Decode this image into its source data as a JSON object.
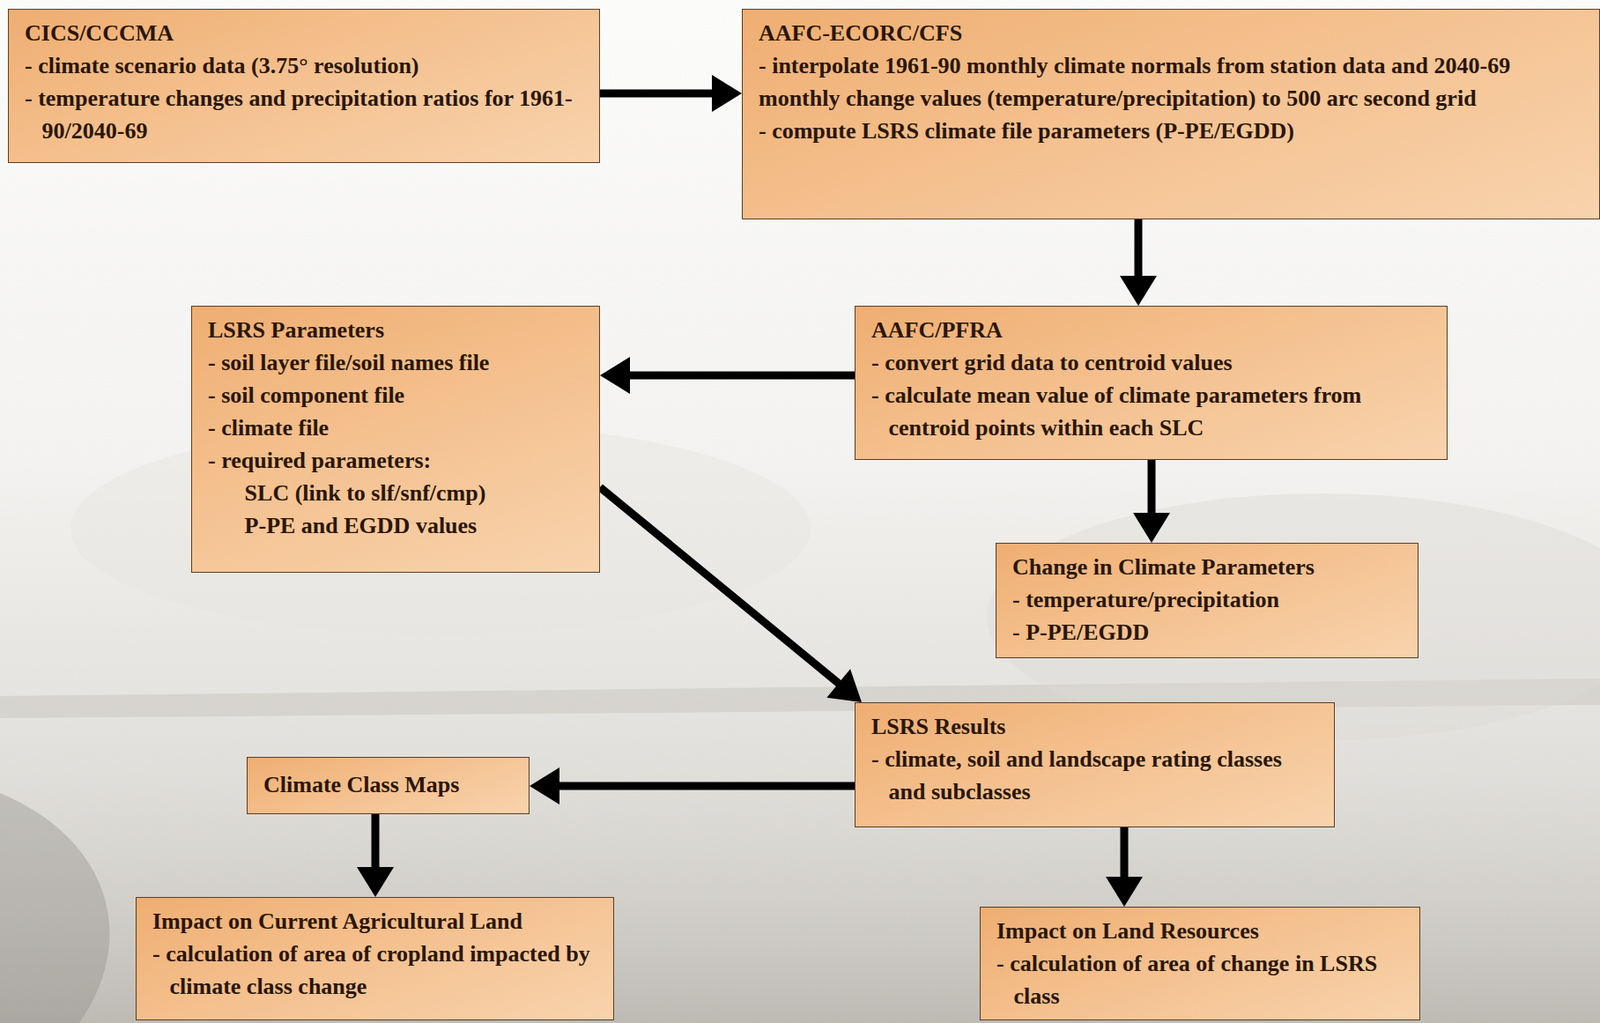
{
  "diagram": {
    "nodes": [
      {
        "text": [
          "CICS/CCCMA",
          "- climate scenario data (3.75° resolution)",
          "- temperature changes and precipitation ratios for 1961-90/2040-69"
        ]
      },
      {
        "text": [
          "AAFC-ECORC/CFS",
          "- interpolate 1961-90 monthly climate normals from station data and 2040-69 monthly change values (temperature/precipitation) to 500 arc second grid",
          "- compute LSRS climate file parameters (P-PE/EGDD)"
        ]
      },
      {
        "text": [
          "LSRS Parameters",
          "- soil layer file/soil names file",
          "- soil component file",
          "- climate file",
          "- required parameters:",
          "SLC (link to slf/snf/cmp)",
          "P-PE and EGDD values"
        ]
      },
      {
        "text": [
          "AAFC/PFRA",
          "- convert grid data to centroid values",
          "- calculate mean value of climate parameters from centroid points within each SLC"
        ]
      },
      {
        "text": [
          "Change in Climate Parameters",
          "- temperature/precipitation",
          "- P-PE/EGDD"
        ]
      },
      {
        "text": [
          "LSRS Results",
          "- climate, soil and landscape rating classes and subclasses"
        ]
      },
      {
        "text": [
          "Climate Class Maps"
        ]
      },
      {
        "text": [
          "Impact on Current Agricultural Land",
          "- calculation of area of cropland impacted by climate class change"
        ]
      },
      {
        "text": [
          "Impact on Land Resources",
          "- calculation of area of change in LSRS class"
        ]
      }
    ],
    "edges": [
      {
        "from": 0,
        "to": 1,
        "arrow": "to"
      },
      {
        "from": 1,
        "to": 3,
        "arrow": "to"
      },
      {
        "from": 3,
        "to": 2,
        "arrow": "to"
      },
      {
        "from": 3,
        "to": 4,
        "arrow": "to"
      },
      {
        "from": 2,
        "to": 5,
        "arrow": "to"
      },
      {
        "from": 5,
        "to": 6,
        "arrow": "to"
      },
      {
        "from": 6,
        "to": 7,
        "arrow": "to"
      },
      {
        "from": 5,
        "to": 8,
        "arrow": "to"
      }
    ]
  }
}
